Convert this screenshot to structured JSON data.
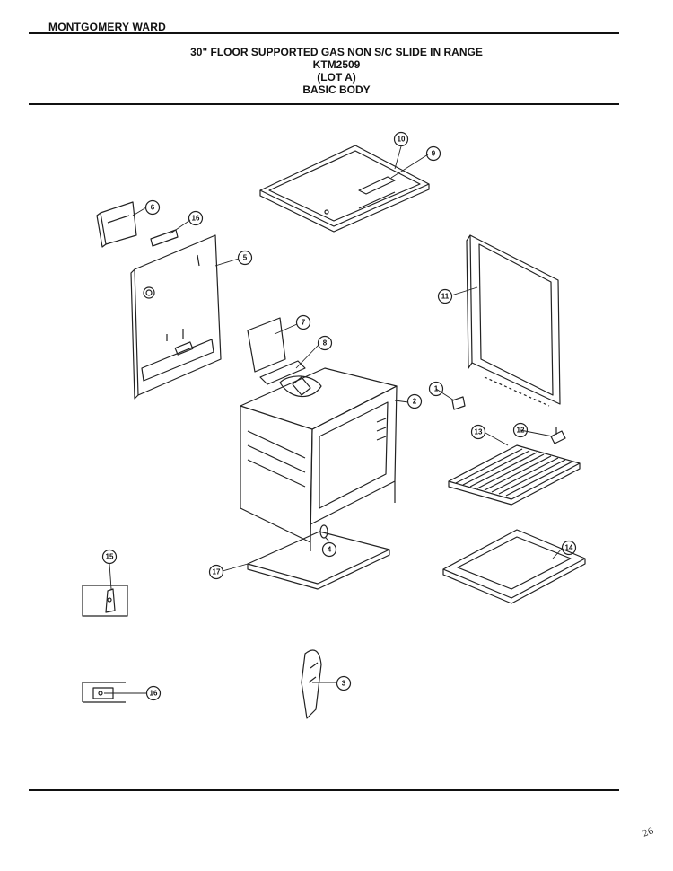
{
  "header": {
    "brand": "MONTGOMERY WARD",
    "title_lines": [
      "30\" FLOOR SUPPORTED GAS NON S/C SLIDE IN RANGE",
      "KTM2509",
      "(LOT A)",
      "BASIC BODY"
    ]
  },
  "callouts": [
    {
      "id": "callout-10",
      "label": "10"
    },
    {
      "id": "callout-9",
      "label": "9"
    },
    {
      "id": "callout-6",
      "label": "6"
    },
    {
      "id": "callout-16a",
      "label": "16"
    },
    {
      "id": "callout-5",
      "label": "5"
    },
    {
      "id": "callout-11",
      "label": "11"
    },
    {
      "id": "callout-7",
      "label": "7"
    },
    {
      "id": "callout-8",
      "label": "8"
    },
    {
      "id": "callout-1",
      "label": "1"
    },
    {
      "id": "callout-2",
      "label": "2"
    },
    {
      "id": "callout-12",
      "label": "12"
    },
    {
      "id": "callout-13",
      "label": "13"
    },
    {
      "id": "callout-4",
      "label": "4"
    },
    {
      "id": "callout-15",
      "label": "15"
    },
    {
      "id": "callout-17",
      "label": "17"
    },
    {
      "id": "callout-14",
      "label": "14"
    },
    {
      "id": "callout-3",
      "label": "3"
    },
    {
      "id": "callout-16b",
      "label": "16"
    }
  ],
  "page_mark": "26"
}
